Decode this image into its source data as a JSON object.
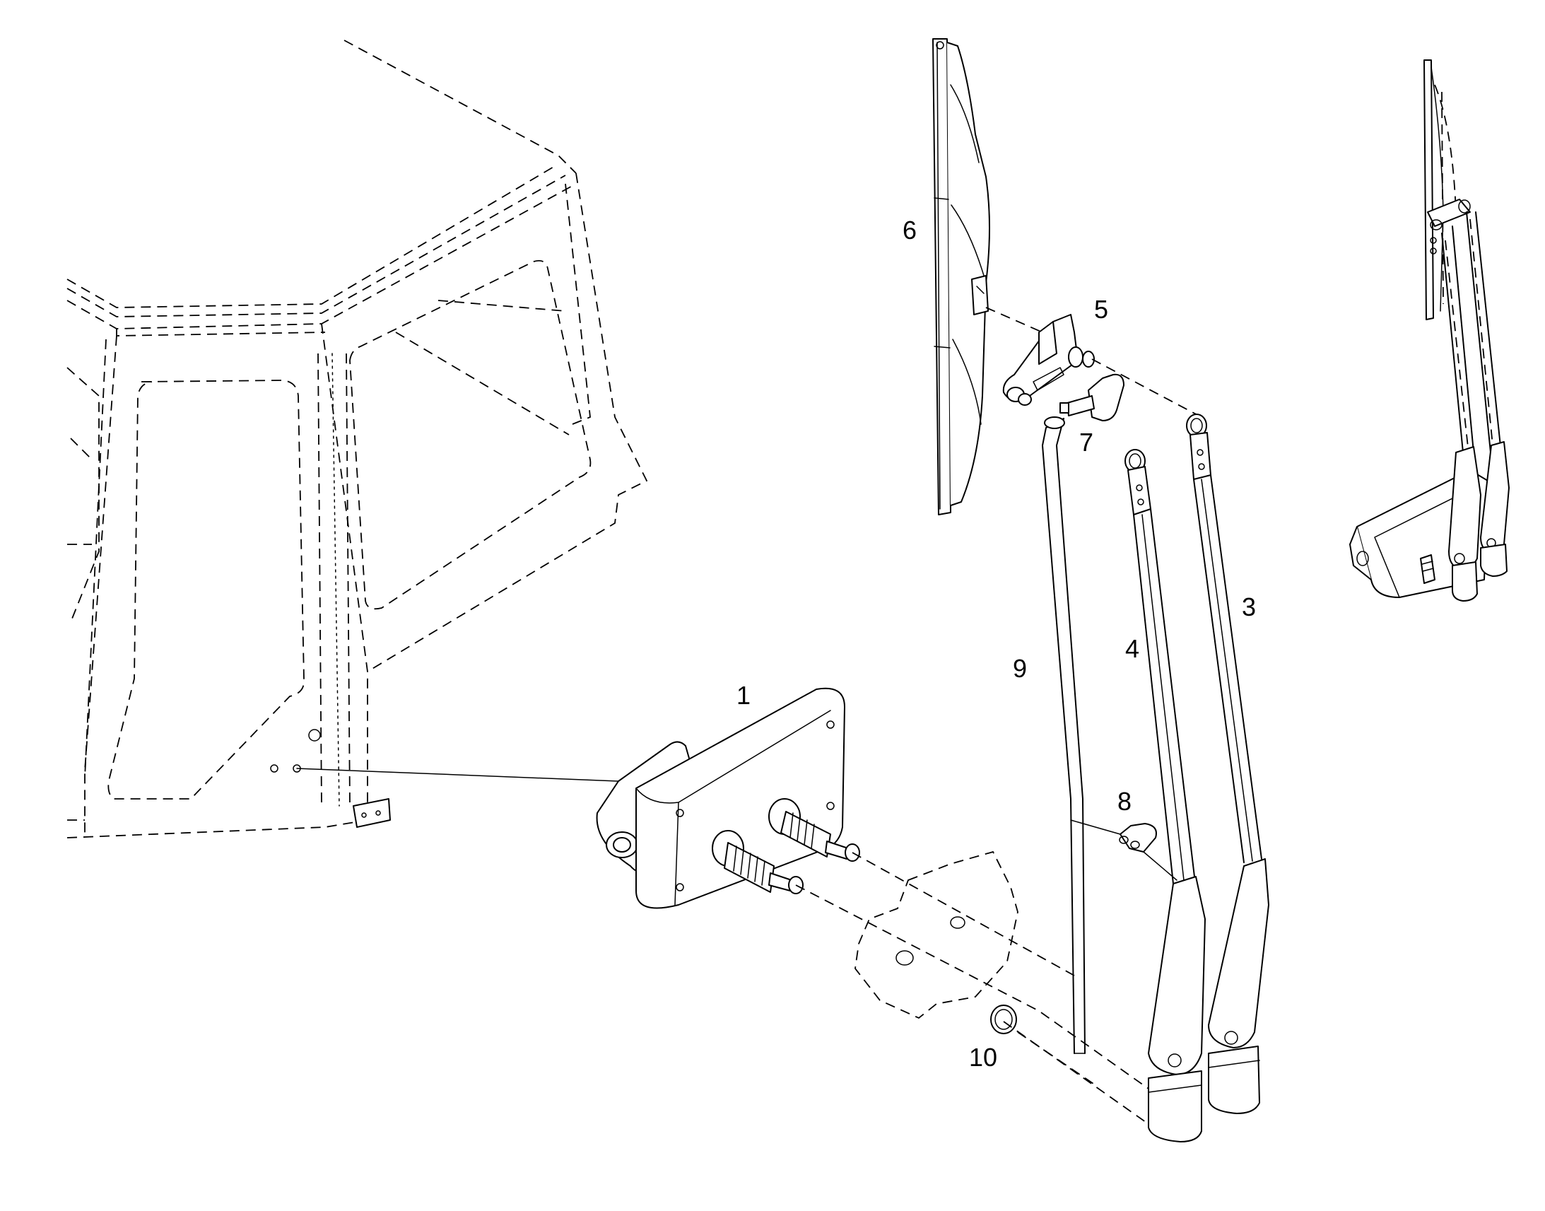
{
  "callouts": {
    "c1": "1",
    "c3": "3",
    "c4": "4",
    "c5": "5",
    "c6": "6",
    "c7": "7",
    "c8": "8",
    "c9": "9",
    "c10": "10"
  },
  "colors": {
    "line": "#000000",
    "background": "#ffffff"
  }
}
